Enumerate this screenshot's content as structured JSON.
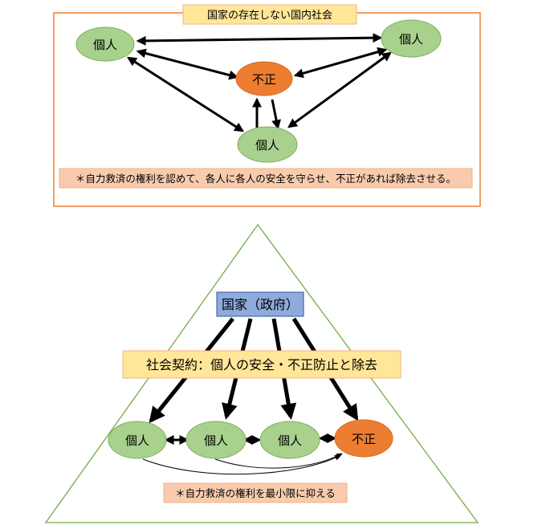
{
  "top": {
    "title": "国家の存在しない国内社会",
    "nodes": {
      "left": "個人",
      "right": "個人",
      "center": "不正",
      "bottom": "個人"
    },
    "note": "＊自力救済の権利を認めて、各人に各人の安全を守らせ、不正があれば除去させる。"
  },
  "bottom": {
    "state": "国家（政府）",
    "contract": "社会契約：個人の安全・不正防止と除去",
    "nodes": [
      "個人",
      "個人",
      "個人",
      "不正"
    ],
    "note": "＊自力救済の権利を最小限に抑える"
  },
  "colors": {
    "green_fill": "#a9d18e",
    "green_stroke": "#7fae5f",
    "orange_fill": "#ed7d31",
    "panel_border": "#ed7d31",
    "title_fill": "#ffe699",
    "note_fill": "#f8cbad",
    "state_fill": "#8faadc",
    "triangle_stroke": "#70ad47"
  }
}
